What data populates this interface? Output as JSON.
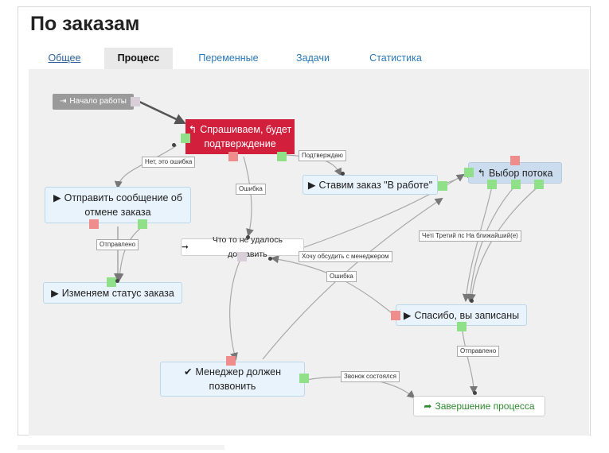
{
  "page": {
    "title": "По заказам"
  },
  "tabs": [
    {
      "label": "Общее"
    },
    {
      "label": "Процесс"
    },
    {
      "label": "Переменные"
    },
    {
      "label": "Задачи"
    },
    {
      "label": "Статистика"
    }
  ],
  "colors": {
    "accent_red": "#d21f3c",
    "port_green": "#8fe088",
    "port_red": "#ef8d8d",
    "node_blue": "#e9f3fb",
    "end_text": "#2f8a2f",
    "tab_link": "#2a79b9"
  },
  "nodes": {
    "start": {
      "icon": "sign-in-icon",
      "glyph": "⇥",
      "label": "Начало работы"
    },
    "ask": {
      "icon": "reply-icon",
      "glyph": "↰",
      "line1": "Спрашиваем, будет",
      "line2": "подтверждение"
    },
    "send_cancel": {
      "icon": "play-icon",
      "glyph": "▶",
      "line1": "Отправить сообщение об",
      "line2": "отмене заказа"
    },
    "set_status": {
      "icon": "play-icon",
      "glyph": "▶",
      "label": "Изменяем статус заказа"
    },
    "failed": {
      "icon": "arrow-right-icon",
      "glyph": "➞",
      "label": "Что то не удалось доставить"
    },
    "in_work": {
      "icon": "play-icon",
      "glyph": "▶",
      "label": "Ставим заказ \"В работе\""
    },
    "choose_flow": {
      "icon": "reply-icon",
      "glyph": "↰",
      "label": "Выбор потока"
    },
    "thanks": {
      "icon": "play-icon",
      "glyph": "▶",
      "label": "Спасибо, вы записаны"
    },
    "manager": {
      "icon": "check-icon",
      "glyph": "✔",
      "line1": "Менеджер должен",
      "line2": "позвонить"
    },
    "finish": {
      "icon": "sign-out-icon",
      "glyph": "➦",
      "label": "Завершение процесса"
    }
  },
  "edges": {
    "no_error": "Нет, это ошибка",
    "confirm": "Подтверждаю",
    "error1": "Ошибка",
    "sent1": "Отправлено",
    "discuss": "Хочу обсудить с менеджером",
    "error2": "Ошибка",
    "opts": "Четі Третий пс На ближайший(е)",
    "sent2": "Отправлено",
    "call_done": "Звонок состоялся"
  }
}
